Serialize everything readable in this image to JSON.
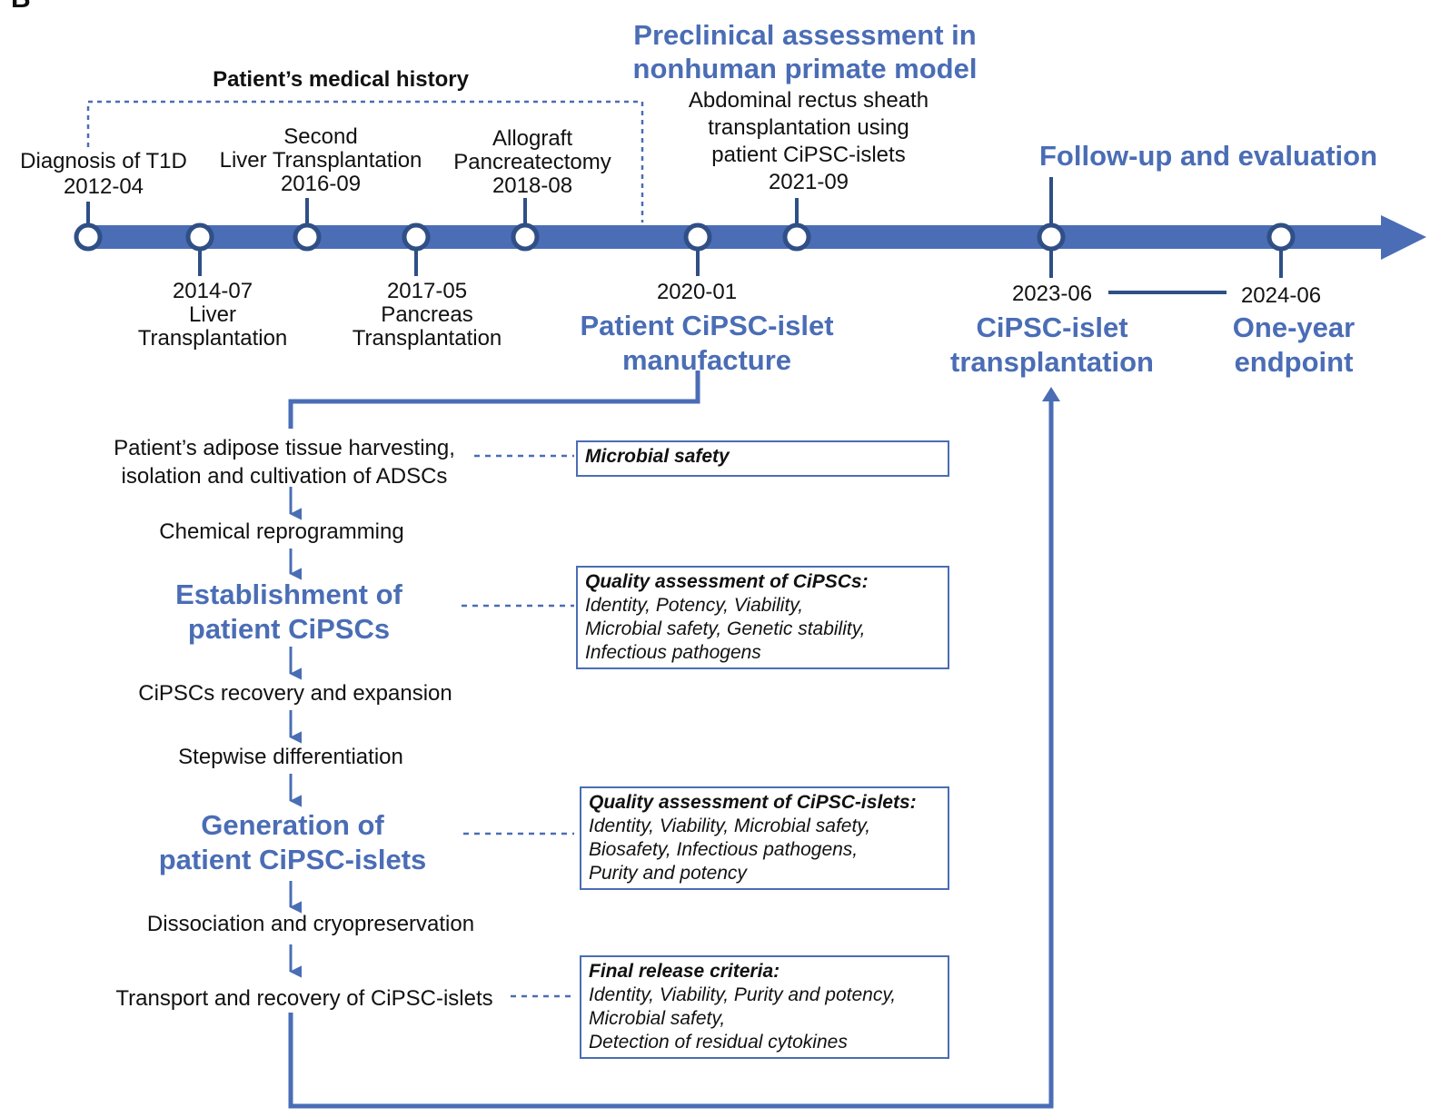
{
  "panel_label": "B",
  "history_label": "Patient’s medical history",
  "preclinical": {
    "title_lines": [
      "Preclinical assessment in",
      "nonhuman primate model"
    ],
    "desc_lines": [
      "Abdominal rectus sheath",
      "transplantation using",
      "patient CiPSC-islets"
    ],
    "date": "2021-09"
  },
  "followup_title": "Follow-up and evaluation",
  "events_above": [
    {
      "lines": [
        "Diagnosis of T1D",
        "2012-04"
      ]
    },
    {
      "lines": [
        "Second",
        "Liver Transplantation",
        "2016-09"
      ]
    },
    {
      "lines": [
        "Allograft",
        "Pancreatectomy",
        "2018-08"
      ]
    }
  ],
  "events_below": [
    {
      "lines": [
        "2014-07",
        "Liver",
        "Transplantation"
      ]
    },
    {
      "lines": [
        "2017-05",
        "Pancreas",
        "Transplantation"
      ]
    }
  ],
  "manufacture": {
    "date": "2020-01",
    "title_lines": [
      "Patient CiPSC-islet",
      "manufacture"
    ]
  },
  "transplantation": {
    "date": "2023-06",
    "title_lines": [
      "CiPSC-islet",
      "transplantation"
    ]
  },
  "endpoint": {
    "date": "2024-06",
    "title_lines": [
      "One-year",
      "endpoint"
    ]
  },
  "steps": [
    {
      "lines": [
        "Patient’s adipose tissue harvesting,",
        "isolation and cultivation of ADSCs"
      ]
    },
    {
      "lines": [
        "Chemical reprogramming"
      ]
    },
    {
      "lines": [
        "Establishment of",
        "patient CiPSCs"
      ],
      "highlight": true
    },
    {
      "lines": [
        "CiPSCs recovery and expansion"
      ]
    },
    {
      "lines": [
        "Stepwise differentiation"
      ]
    },
    {
      "lines": [
        "Generation of",
        "patient CiPSC-islets"
      ],
      "highlight": true
    },
    {
      "lines": [
        "Dissociation and cryopreservation"
      ]
    },
    {
      "lines": [
        "Transport and recovery of CiPSC-islets"
      ]
    }
  ],
  "quality_boxes": [
    {
      "header": "Microbial safety",
      "lines": []
    },
    {
      "header": "Quality assessment of CiPSCs:",
      "lines": [
        "Identity, Potency, Viability,",
        "Microbial safety, Genetic stability,",
        "Infectious pathogens"
      ]
    },
    {
      "header": "Quality assessment of CiPSC-islets:",
      "lines": [
        "Identity, Viability, Microbial safety,",
        "Biosafety, Infectious pathogens,",
        "Purity and potency"
      ]
    },
    {
      "header": "Final release criteria:",
      "lines": [
        "Identity, Viability, Purity and potency,",
        "Microbial safety,",
        "Detection of residual cytokines"
      ]
    }
  ],
  "colors": {
    "accent": "#4a6db5",
    "line": "#4a6db5",
    "stem": "#2f4f86"
  }
}
